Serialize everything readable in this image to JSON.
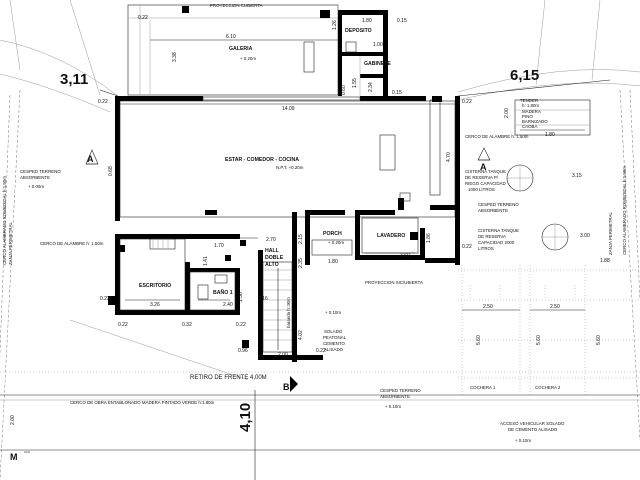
{
  "labels": {
    "proy_cubierta": "PROYECCION CUBIERTA",
    "galeria": "GALERIA",
    "galeria_lvl": "+ 0.20m",
    "deposito": "DEPOSITO",
    "gabinete": "GABINETE",
    "estar": "ESTAR - COMEDOR - COCINA",
    "estar_lvl": "N.P.T. +0.20m",
    "cesped_l1": "CESPED TERRENO",
    "cesped_l2": "ABSORBENTE",
    "cesped_l_lvl": "+ 0.00m",
    "cerco_alambre_left": "CERCO DE ALAMBRE h: 1.50m",
    "cerco_alambre_right": "CERCO DE ALAMBRE h: 1.50m",
    "zanja_left": "ZANJA PERIMETRAL",
    "alambrado_left": "CERCO ALAMBRADO ROMBOIDAL h:1.50m",
    "zanja_right": "ZANJA PERIMETRAL",
    "alambrado_right": "CERCO ALAMBRADO ROMBOIDAL h:1.50m",
    "tender_1": "TENDER",
    "tender_2": "h: 1.80m",
    "tender_3": "MADERA",
    "tender_4": "PINO",
    "tender_5": "BARNIZADO",
    "tender_6": "CAOBA",
    "cisterna_a1": "CISTERNA TANQUE",
    "cisterna_a2": "DE RESERVA P/",
    "cisterna_a3": "RIEGO CAPACIDAD",
    "cisterna_a4": "1000 LITROS",
    "cesped_r1": "CESPED TERRENO",
    "cesped_r2": "ABSORBENTE",
    "cisterna_b1": "CISTERNA TANQUE",
    "cisterna_b2": "DE RESERVA",
    "cisterna_b3": "CAPACIDAD 2000",
    "cisterna_b4": "LITROS",
    "porch": "PORCH",
    "porch_lvl": "+ 0.20m",
    "lavadero": "LAVADERO",
    "escritorio": "ESCRITORIO",
    "bano": "BAÑO 1",
    "hall1": "HALL",
    "hall2": "DOBLE",
    "hall3": "ALTO",
    "proy_sic": "PROYECCION SIC/UBIERTA",
    "lvl_010": "+ 0.10m",
    "solado1": "SOLADO",
    "solado2": "PEATONAL",
    "solado3": "CEMENTO",
    "solado4": "ALISADO",
    "retiro": "RETIRO DE FRENTE 4,00M",
    "cochera1": "COCHERA 1",
    "cochera2": "COCHERA 2",
    "cerco_obra": "CERCO DE OBRA ENTABLONADO MADERA PINTADO VERDE  h:1.80m",
    "cesped_b1": "CESPED TERRENO",
    "cesped_b2": "ABSORBENTE",
    "cesped_b_lvl": "+ 0.10m",
    "acceso1": "ACCESO VEHICULAR SOLADO",
    "acceso2": "DE CEMENTO ALISADO",
    "acceso_lvl": "+ 0.10m",
    "ramp_label": "baranda h:.90m",
    "sec_A": "A",
    "sec_B": "B",
    "sec_M": "M"
  },
  "dims": {
    "d311": "3,11",
    "d615": "6,15",
    "d410": "4,10",
    "d1409": "14.09",
    "d610": "6.10",
    "d338": "3.38",
    "d022": "0.22",
    "d015": "0.15",
    "d126": "1.26",
    "d180": "1.80",
    "d100": "1.00",
    "d234": "2.34",
    "d155": "1.55",
    "d060": "0.60",
    "d068": "0.68",
    "d470": "4.70",
    "d200": "2.00",
    "d300": "3.00",
    "d315": "3.15",
    "d188": "1.88",
    "d250": "2.50",
    "d270": "2.70",
    "d170": "1.70",
    "d215": "2.15",
    "d235": "2.35",
    "d186": "1.86",
    "d360": "3.60",
    "d326": "3.26",
    "d240": "2.40",
    "d150": "1.50",
    "d141": "1.41",
    "d016": "0.16",
    "d032": "0.32",
    "d402": "4.02",
    "d096": "0.96",
    "d560": "5.60"
  }
}
